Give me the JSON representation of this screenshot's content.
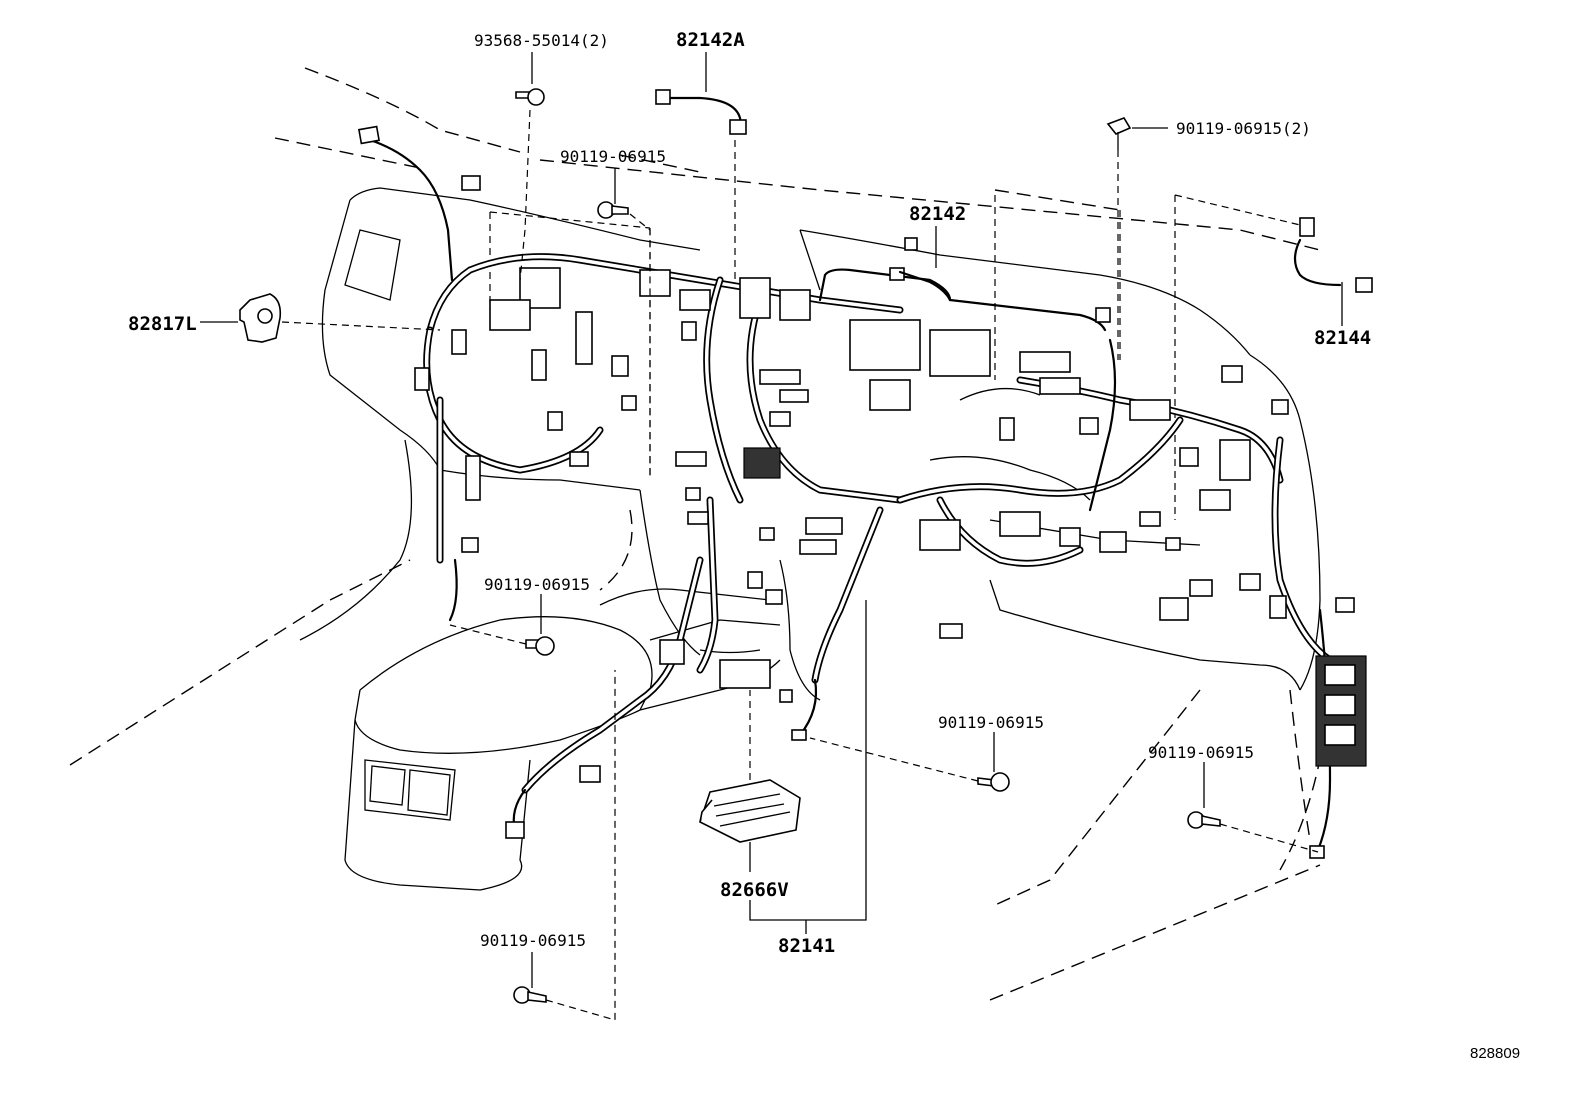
{
  "figure_number": "828809",
  "labels": {
    "screw_93568": "93568-55014(2)",
    "harness_82142A": "82142A",
    "bolt_top_center": "90119-06915",
    "bolt_top_right": "90119-06915(2)",
    "harness_82142": "82142",
    "harness_82144": "82144",
    "clamp_82817L": "82817L",
    "bolt_console_left": "90119-06915",
    "bolt_bottom_left": "90119-06915",
    "bolt_bottom_center": "90119-06915",
    "bolt_bottom_right": "90119-06915",
    "ecu_82666V": "82666V",
    "harness_82141": "82141"
  }
}
